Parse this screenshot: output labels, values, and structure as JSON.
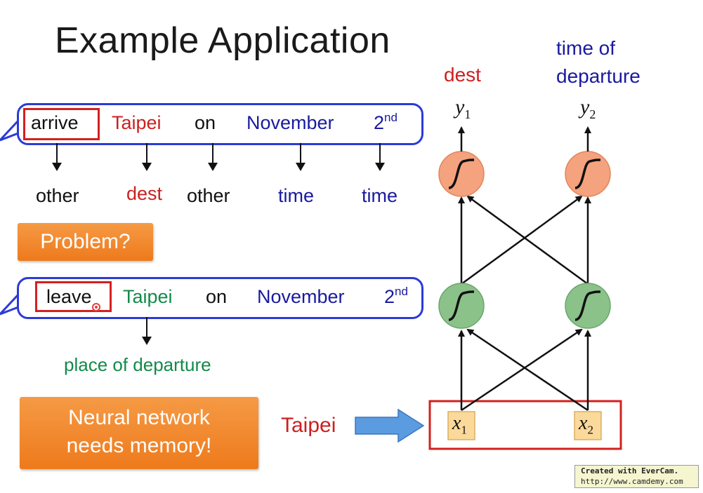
{
  "title": "Example Application",
  "sentence1": {
    "words": [
      "arrive",
      "Taipei",
      "on",
      "November",
      "2",
      "nd"
    ],
    "labels": [
      "other",
      "dest",
      "other",
      "time",
      "time"
    ]
  },
  "problem_label": "Problem?",
  "sentence2": {
    "words": [
      "leave",
      "Taipei",
      "on",
      "November",
      "2",
      "nd"
    ],
    "label": "place of departure"
  },
  "memory_label_line1": "Neural network",
  "memory_label_line2": "needs memory!",
  "input_word": "Taipei",
  "network": {
    "outputs": [
      {
        "label": "dest",
        "var": "y",
        "sub": "1"
      },
      {
        "label_line1": "time of",
        "label_line2": "departure",
        "var": "y",
        "sub": "2"
      }
    ],
    "inputs": [
      {
        "var": "x",
        "sub": "1"
      },
      {
        "var": "x",
        "sub": "2"
      }
    ]
  },
  "watermark": {
    "line1": "Created with EverCam.",
    "line2": "http://www.camdemy.com"
  },
  "colors": {
    "bubble_border": "#2b3bd6",
    "highlight": "#d42020",
    "output_neuron": "#f5a27e",
    "hidden_neuron": "#8ac28a",
    "input_box": "#fbd99a",
    "arrow_blue": "#4a90d9"
  }
}
